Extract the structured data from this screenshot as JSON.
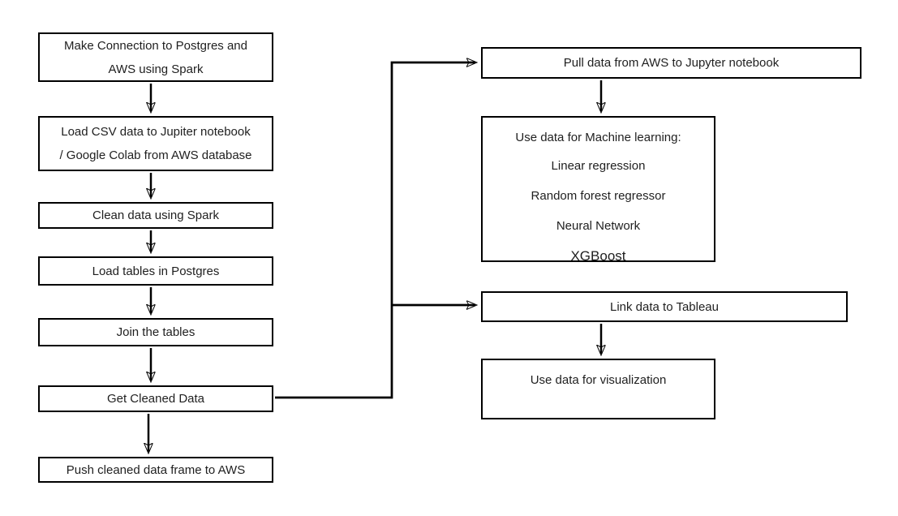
{
  "diagram": {
    "title": "ETL and analysis pipeline flowchart",
    "colors": {
      "line": "#000000",
      "text": "#1f1f1f",
      "background": "#ffffff"
    },
    "left_flow": [
      {
        "lines": [
          "Make Connection to Postgres and",
          "AWS using Spark"
        ]
      },
      {
        "lines": [
          "Load CSV data to Jupiter notebook",
          "/ Google Colab from AWS database"
        ]
      },
      {
        "lines": [
          "Clean data using Spark"
        ]
      },
      {
        "lines": [
          "Load tables in Postgres"
        ]
      },
      {
        "lines": [
          "Join the tables"
        ]
      },
      {
        "lines": [
          "Get Cleaned Data"
        ]
      },
      {
        "lines": [
          "Push cleaned data frame to AWS"
        ]
      }
    ],
    "right_flow": {
      "pull": "Pull data from AWS to Jupyter notebook",
      "ml_title": "Use data for Machine learning:",
      "ml_items": [
        "Linear regression",
        "Random forest regressor",
        "Neural Network",
        "XGBoost"
      ],
      "link": "Link data to Tableau",
      "viz": "Use data for visualization"
    }
  }
}
